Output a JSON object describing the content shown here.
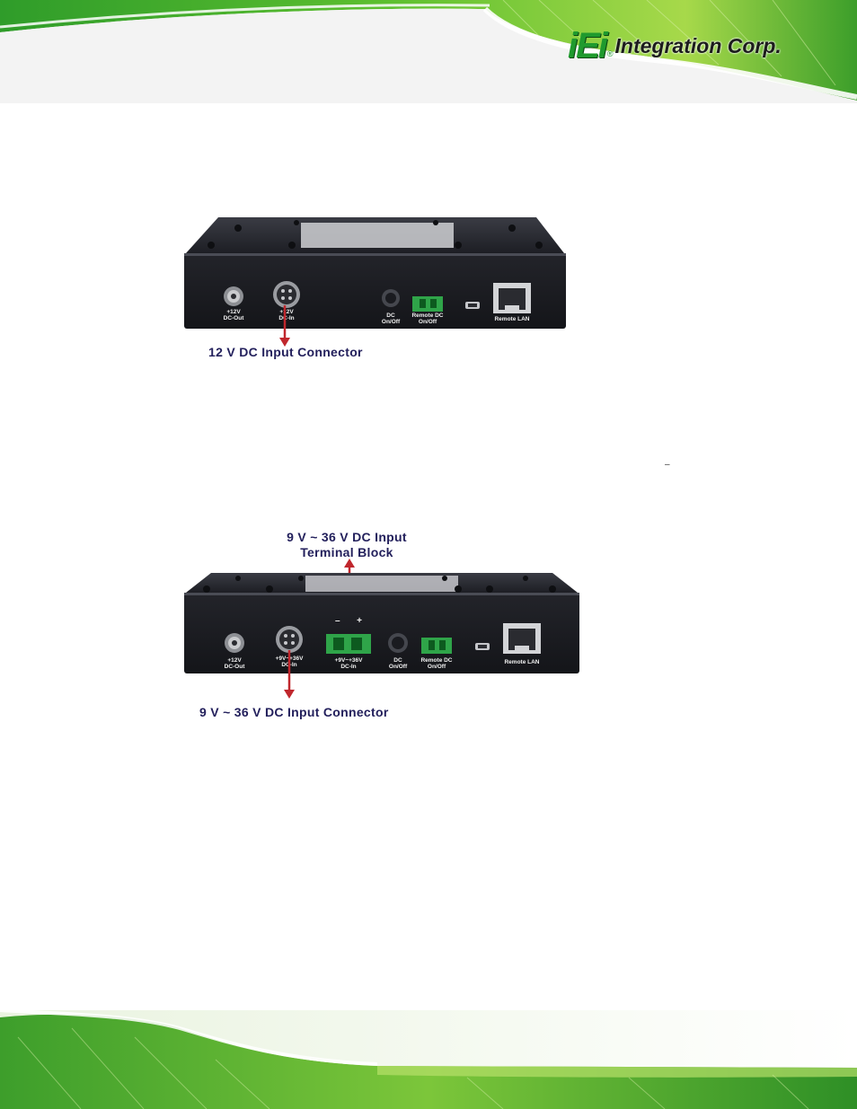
{
  "header": {
    "logo_mark": "iEi",
    "logo_registered": "®",
    "logo_text": "Integration Corp."
  },
  "figure1": {
    "panel_labels": {
      "dc_out": [
        "+12V",
        "DC-Out"
      ],
      "dc_in": [
        "+12V",
        "DC-In"
      ],
      "dc_onoff": [
        "DC",
        "On/Off"
      ],
      "remote_dc": [
        "Remote DC",
        "On/Off"
      ],
      "remote_lan": "Remote LAN"
    },
    "callout": "12 V DC Input Connector"
  },
  "stray_mark": "–",
  "figure2": {
    "panel_labels": {
      "dc_out": [
        "+12V",
        "DC-Out"
      ],
      "dc_in": [
        "+9V~+36V",
        "DC-In"
      ],
      "terminal_polarity": [
        "–",
        "+"
      ],
      "terminal_dc_in": [
        "+9V~+36V",
        "DC-In"
      ],
      "dc_onoff": [
        "DC",
        "On/Off"
      ],
      "remote_dc": [
        "Remote DC",
        "On/Off"
      ],
      "remote_lan": "Remote LAN"
    },
    "callout_top": [
      "9 V ~ 36 V DC Input",
      "Terminal Block"
    ],
    "callout_bottom": "9 V ~ 36 V DC Input Connector"
  },
  "colors": {
    "brand_green": "#1f9a2e",
    "callout_text": "#23205c",
    "arrow_red": "#c0272d",
    "device_body": "#1c1d22"
  }
}
